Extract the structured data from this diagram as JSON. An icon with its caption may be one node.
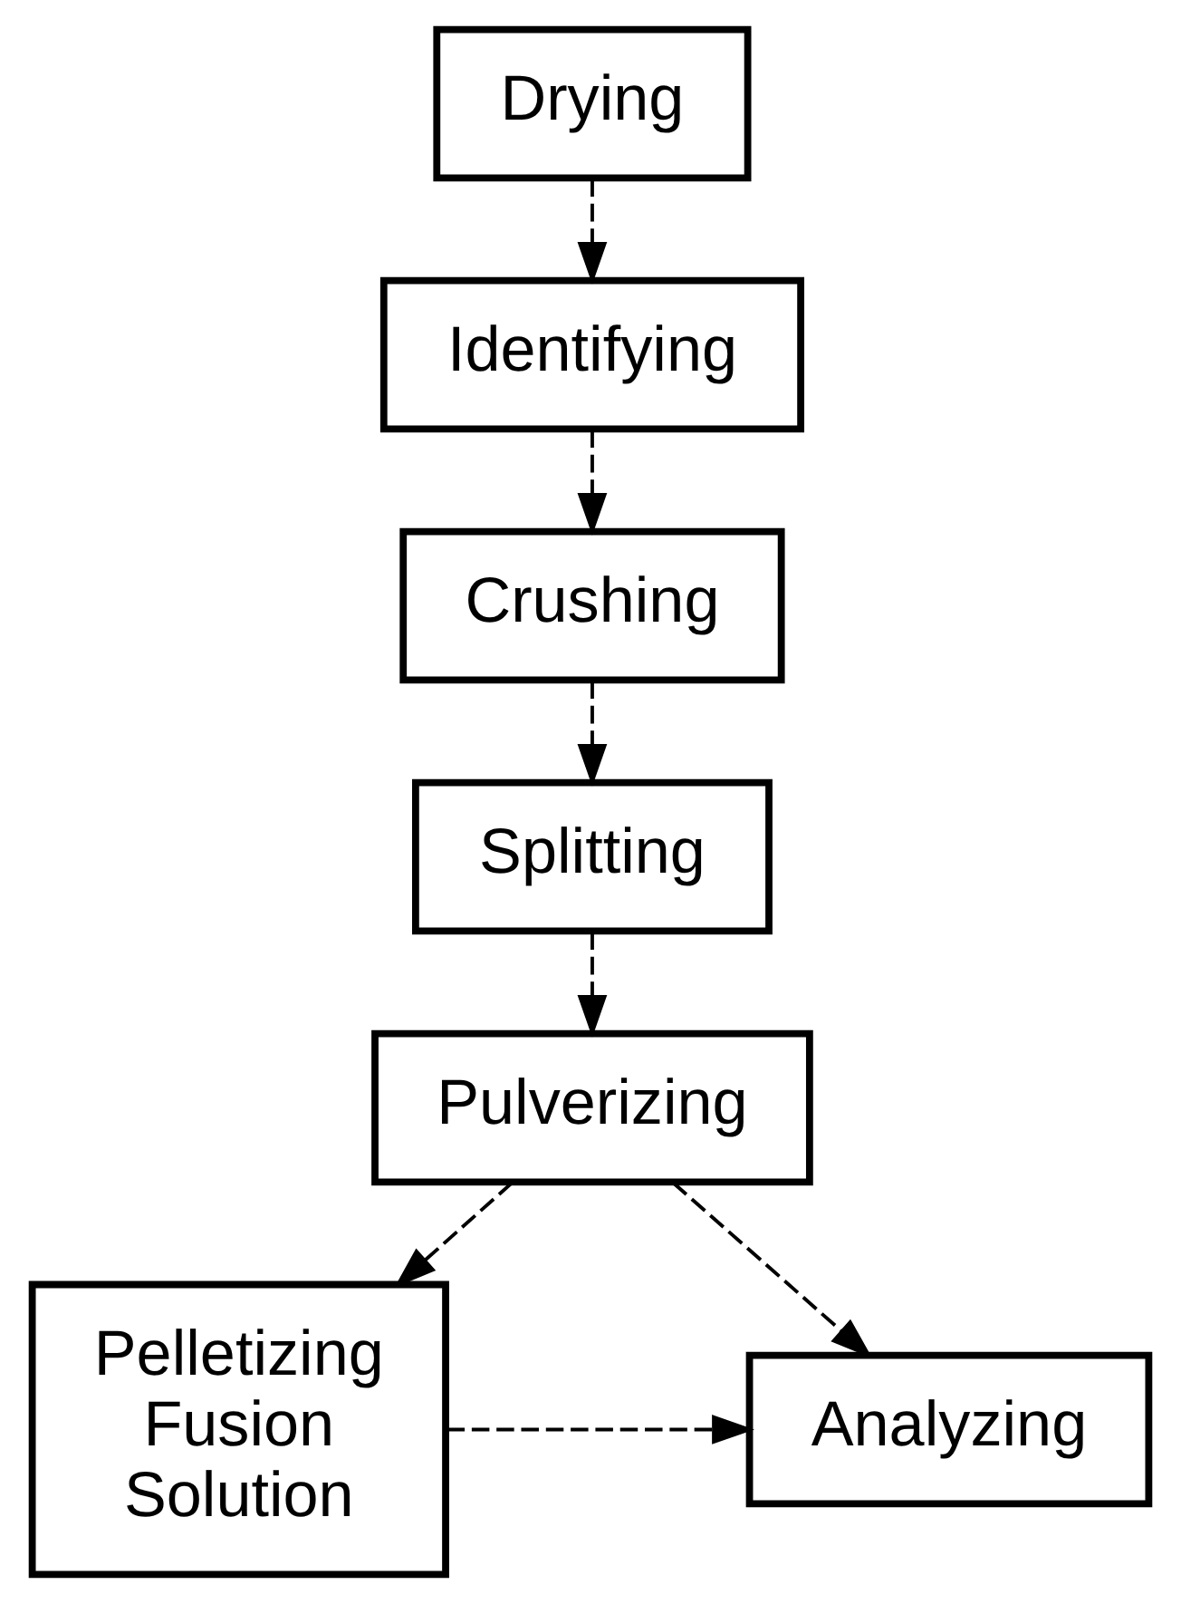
{
  "diagram": {
    "nodes": [
      {
        "text": [
          "Drying"
        ]
      },
      {
        "text": [
          "Identifying"
        ]
      },
      {
        "text": [
          "Crushing"
        ]
      },
      {
        "text": [
          "Splitting"
        ]
      },
      {
        "text": [
          "Pulverizing"
        ]
      },
      {
        "text": [
          "Pelletizing Fusion Solution"
        ]
      },
      {
        "text": [
          "Analyzing"
        ]
      }
    ],
    "edges": [
      {
        "from": 0,
        "to": 1,
        "arrow": "to",
        "style": "dashed"
      },
      {
        "from": 1,
        "to": 2,
        "arrow": "to",
        "style": "dashed"
      },
      {
        "from": 2,
        "to": 3,
        "arrow": "to",
        "style": "dashed"
      },
      {
        "from": 3,
        "to": 4,
        "arrow": "to",
        "style": "dashed"
      },
      {
        "from": 4,
        "to": 5,
        "arrow": "to",
        "style": "dashed"
      },
      {
        "from": 4,
        "to": 6,
        "arrow": "to",
        "style": "dashed"
      },
      {
        "from": 5,
        "to": 6,
        "arrow": "to",
        "style": "dashed"
      }
    ]
  }
}
